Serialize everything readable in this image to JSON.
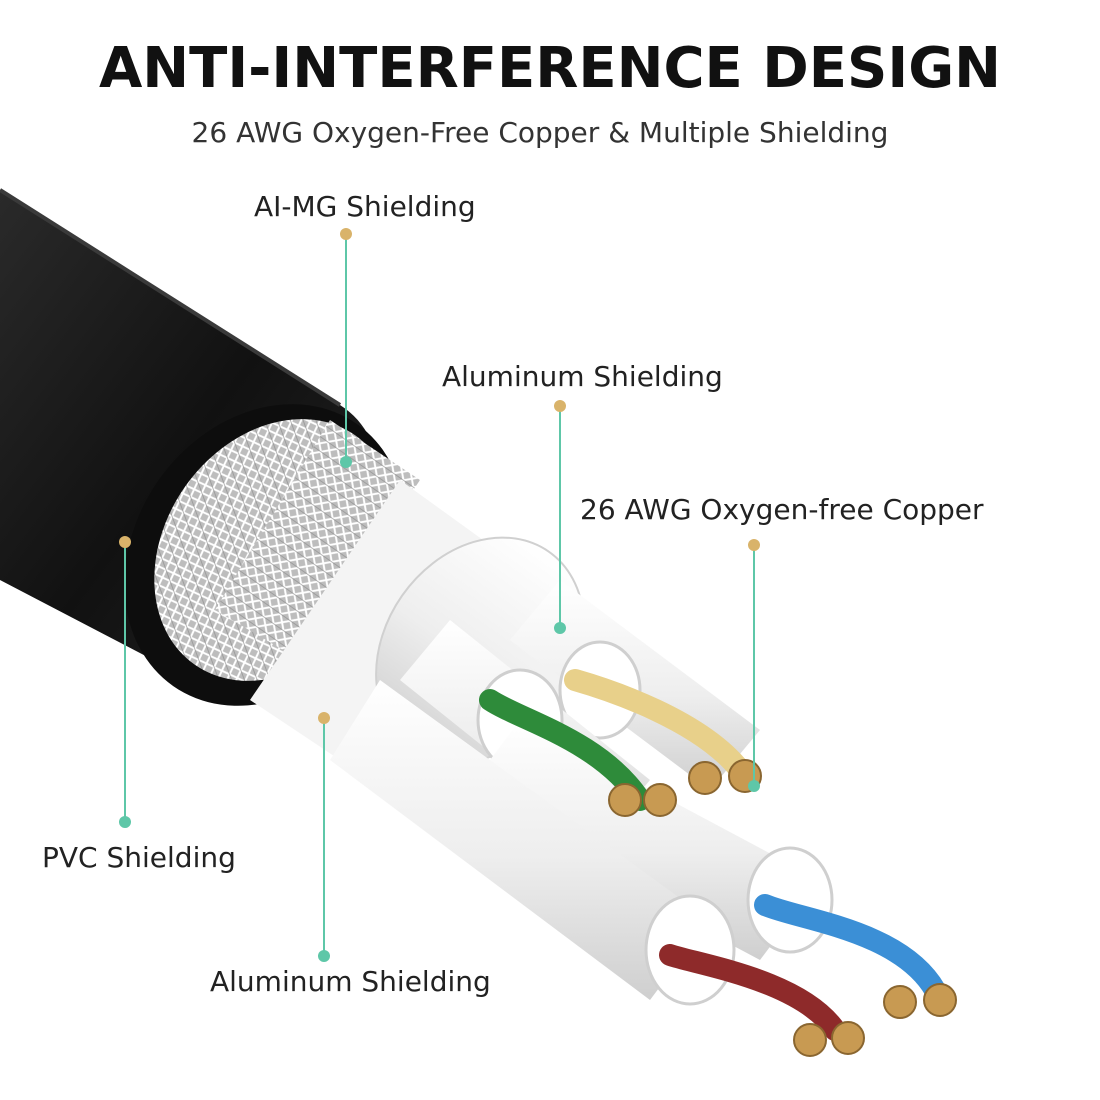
{
  "header": {
    "title": "ANTI-INTERFERENCE DESIGN",
    "subtitle": "26 AWG Oxygen-Free Copper & Multiple Shielding"
  },
  "callouts": {
    "almg": "AI-MG Shielding",
    "aluminum_top": "Aluminum Shielding",
    "copper": "26 AWG Oxygen-free Copper",
    "pvc": "PVC Shielding",
    "aluminum_bottom": "Aluminum Shielding"
  },
  "colors": {
    "leader_line": "#5ec7a8",
    "dot_top": "#d9b36a",
    "jacket": "#1c1c1c",
    "foil": "#f2f2f2",
    "wire_green": "#2e8b3a",
    "wire_yellow": "#e8d08a",
    "wire_blue": "#3b8fd6",
    "wire_red": "#8e2a2a",
    "copper": "#c89a52"
  }
}
